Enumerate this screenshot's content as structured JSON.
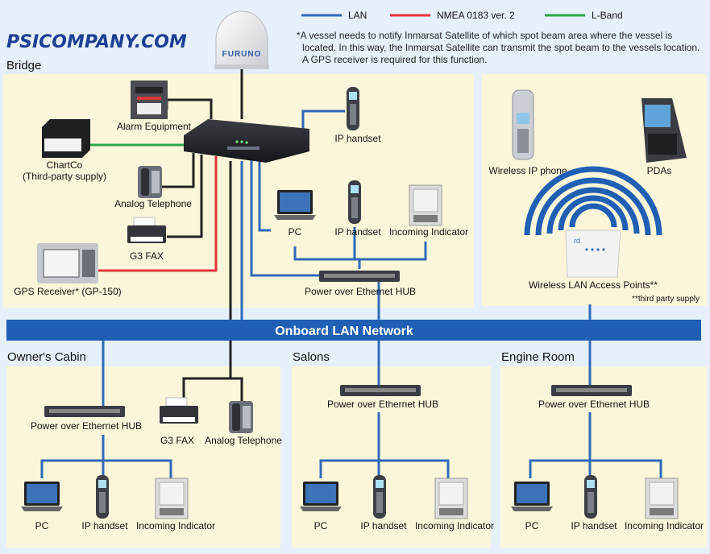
{
  "brand": "PSICOMPANY.COM",
  "dome_brand": "FURUNO",
  "legend": [
    {
      "label": "LAN",
      "color": "#2e6ab8"
    },
    {
      "label": "NMEA 0183 ver. 2",
      "color": "#e0353b"
    },
    {
      "label": "L-Band",
      "color": "#2aa64a"
    }
  ],
  "note": [
    "*A vessel needs to notify Inmarsat Satellite of which spot beam area where the vessel is",
    "located. In this way, the Inmarsat Satellite can transmit the spot beam to the vessels location.",
    "A GPS receiver is required for this function."
  ],
  "sections": {
    "bridge": "Bridge",
    "owners_cabin": "Owner's Cabin",
    "salons": "Salons",
    "engine_room": "Engine Room"
  },
  "network_banner": "Onboard LAN Network",
  "bridge": {
    "alarm": "Alarm Equipment",
    "chartco": "ChartCo",
    "chartco_sub": "(Third-party supply)",
    "analog_telephone": "Analog Telephone",
    "g3_fax": "G3 FAX",
    "gps": "GPS Receiver* (GP-150)",
    "ip_handset_top": "IP handset",
    "pc": "PC",
    "ip_handset": "IP handset",
    "incoming_indicator": "Incoming Indicator",
    "poe_hub": "Power over Ethernet HUB"
  },
  "wireless": {
    "wireless_ip_phone": "Wireless IP phone",
    "pdas": "PDAs",
    "access_points": "Wireless LAN Access Points**",
    "third_party": "**third party supply"
  },
  "owners_cabin": {
    "poe_hub": "Power over Ethernet HUB",
    "g3_fax": "G3 FAX",
    "analog_telephone": "Analog Telephone",
    "pc": "PC",
    "ip_handset": "IP handset",
    "incoming_indicator": "Incoming Indicator"
  },
  "salons": {
    "poe_hub": "Power over Ethernet HUB",
    "pc": "PC",
    "ip_handset": "IP handset",
    "incoming_indicator": "Incoming Indicator"
  },
  "engine_room": {
    "poe_hub": "Power over Ethernet HUB",
    "pc": "PC",
    "ip_handset": "IP handset",
    "incoming_indicator": "Incoming Indicator"
  }
}
